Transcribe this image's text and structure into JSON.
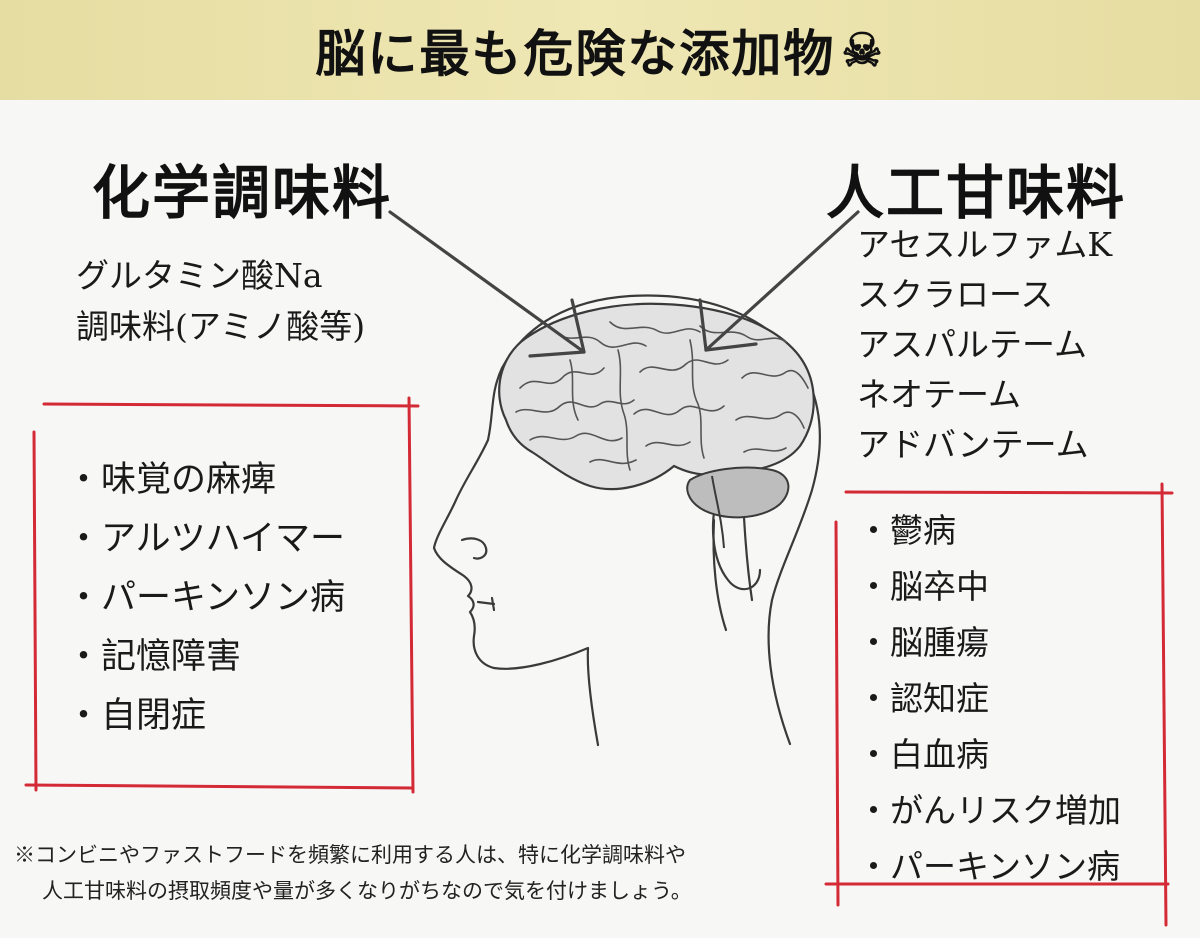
{
  "banner": {
    "title": "脳に最も危険な添加物",
    "icon": "skull-crossbones-icon",
    "background": "#ebe2aa"
  },
  "left": {
    "heading": "化学調味料",
    "ingredients": [
      "グルタミン酸Na",
      "調味料(アミノ酸等)"
    ],
    "effects": [
      "・味覚の麻痺",
      "・アルツハイマー",
      "・パーキンソン病",
      "・記憶障害",
      "・自閉症"
    ]
  },
  "right": {
    "heading": "人工甘味料",
    "ingredients": [
      "アセスルファムK",
      "スクラロース",
      "アスパルテーム",
      "ネオテーム",
      "アドバンテーム"
    ],
    "effects": [
      "・鬱病",
      "・脳卒中",
      "・脳腫瘍",
      "・認知症",
      "・白血病",
      "・がんリスク増加",
      "・パーキンソン病"
    ]
  },
  "footnote": {
    "line1": "※コンビニやファストフードを頻繁に利用する人は、特に化学調味料や",
    "line2": "人工甘味料の摂取頻度や量が多くなりがちなので気を付けましょう。"
  },
  "colors": {
    "frame": "#d42a35",
    "brain": "#e2e2e2",
    "cerebellum": "#bdbdbd",
    "outline": "#3a3a3a"
  }
}
